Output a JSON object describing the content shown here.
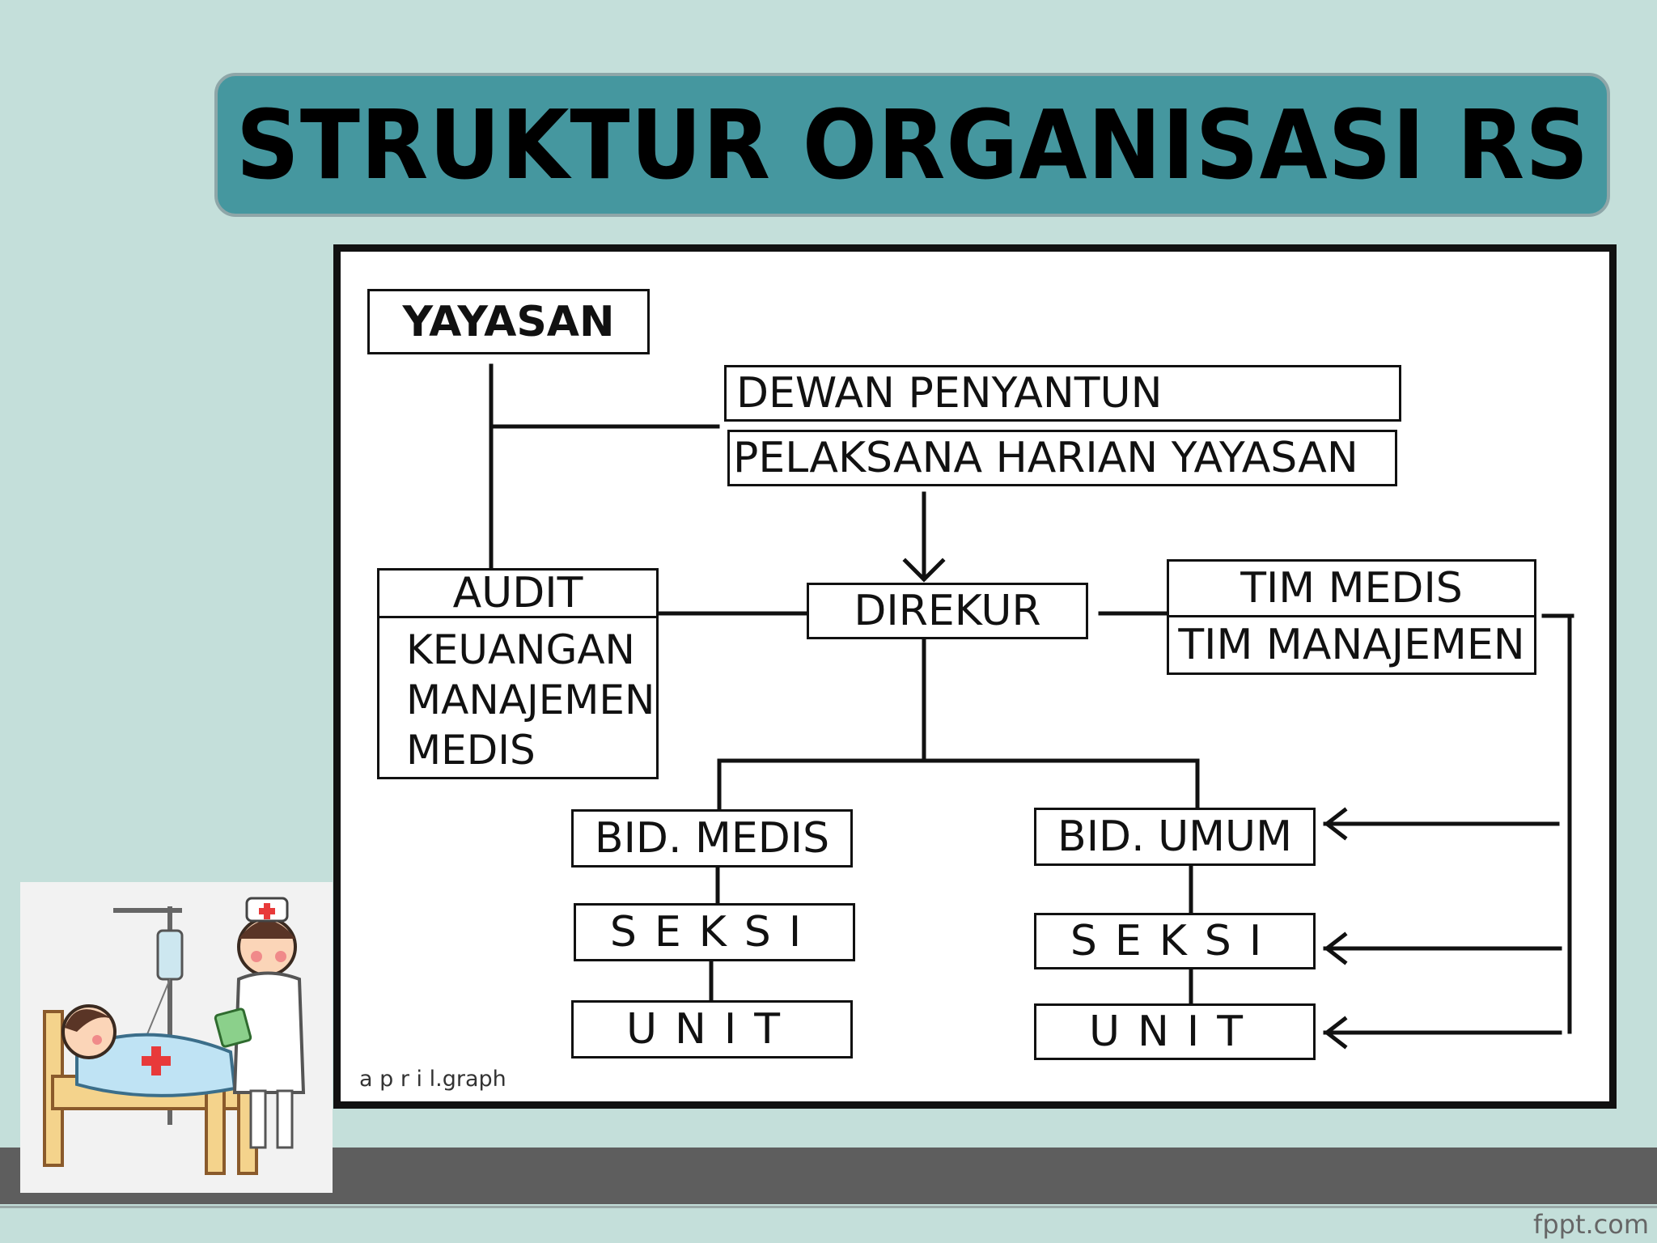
{
  "title": "STRUKTUR ORGANISASI RS",
  "org_chart": {
    "yayasan": "YAYASAN",
    "dewan_penyantun": "DEWAN PENYANTUN",
    "pelaksana_harian": "PELAKSANA HARIAN YAYASAN",
    "audit": {
      "heading": "AUDIT",
      "items": [
        "KEUANGAN",
        "MANAJEMEN",
        "MEDIS"
      ]
    },
    "direktur": "DIREKUR",
    "tim_medis": "TIM MEDIS",
    "tim_manajemen": "TIM MANAJEMEN",
    "bid_medis": "BID. MEDIS",
    "bid_umum": "BID. UMUM",
    "seksi_left": "SEKSI",
    "unit_left": "UNIT",
    "seksi_right": "SEKSI",
    "unit_right": "UNIT",
    "credit": "a p r i l.graph"
  },
  "footer": {
    "brand": "fppt.com"
  },
  "colors": {
    "background": "#c4dfda",
    "banner": "#45979f",
    "footer_bar": "#5e5e5e"
  }
}
